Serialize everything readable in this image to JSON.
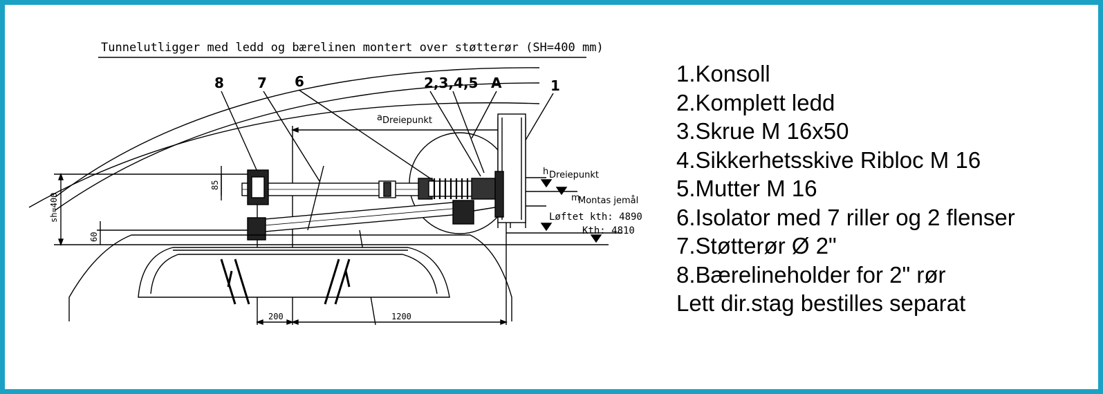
{
  "colors": {
    "frame": "#1aa1c4",
    "ink": "#000000",
    "background": "#ffffff"
  },
  "drawing": {
    "title": "Tunnelutligger med ledd og bærelinen montert over støtterør (SH=400 mm)",
    "callouts": [
      "8",
      "7",
      "6",
      "2,3,4,5",
      "A",
      "1"
    ],
    "labels": {
      "dreiepunkt_a": "Dreiepunkt",
      "dreiepunkt_a_prefix": "a",
      "dreiepunkt_h": "Dreiepunkt",
      "dreiepunkt_h_prefix": "h",
      "montasjemal": "Montas jemål",
      "montasjemal_prefix": "m",
      "loftet_kth": "Løftet kth: 4890",
      "kth": "Kth: 4810"
    },
    "dimensions": {
      "sh": "sh=400",
      "d85": "85",
      "d60": "60",
      "d200": "200",
      "d1200": "1200"
    }
  },
  "legend": {
    "items": [
      "1.Konsoll",
      "2.Komplett ledd",
      "3.Skrue M 16x50",
      "4.Sikkerhetsskive Ribloc M 16",
      "5.Mutter M 16",
      "6.Isolator med 7 riller og 2 flenser",
      "7.Støtterør Ø 2\"",
      "8.Bærelineholder for 2\" rør",
      "Lett dir.stag bestilles separat"
    ]
  }
}
